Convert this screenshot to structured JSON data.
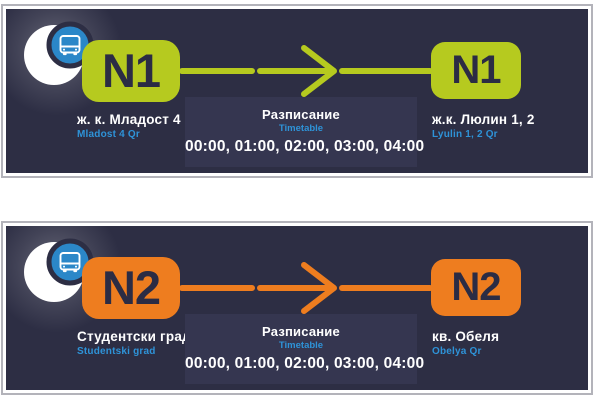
{
  "page": {
    "background_color": "#ffffff",
    "frame_border_color": "#b3b3ba"
  },
  "colors": {
    "panel_navy": "#2d2e44",
    "badge_text_navy": "#2b2c44",
    "link_blue": "#2e93d8",
    "bus_circle_blue": "#2b87c8",
    "timetable_panel": "#353650",
    "n1_lime": "#b6ca1f",
    "n2_orange": "#ee7d1f"
  },
  "icons": {
    "night_bus": "moon-crescent-with-bus-icon",
    "route_arrow": "dashed-right-arrow-icon"
  },
  "routes": [
    {
      "line": "N1",
      "accent_color": "#b6ca1f",
      "panel_color": "#2d2e44",
      "timetable_bg_color": "#353650",
      "origin_bg": "ж. к. Младост 4",
      "origin_en": "Mladost 4 Qr",
      "destination_bg": "ж.к. Люлин 1, 2",
      "destination_en": "Lyulin 1, 2 Qr",
      "timetable_title_bg": "Разписание",
      "timetable_title_en": "Timetable",
      "times": "00:00, 01:00, 02:00, 03:00, 04:00"
    },
    {
      "line": "N2",
      "accent_color": "#ee7d1f",
      "panel_color": "#2d2e44",
      "timetable_bg_color": "#353650",
      "origin_bg": "Студентски град",
      "origin_en": "Studentski grad",
      "destination_bg": "кв. Обеля",
      "destination_en": "Obelya Qr",
      "timetable_title_bg": "Разписание",
      "timetable_title_en": "Timetable",
      "times": "00:00, 01:00, 02:00, 03:00, 04:00"
    }
  ]
}
